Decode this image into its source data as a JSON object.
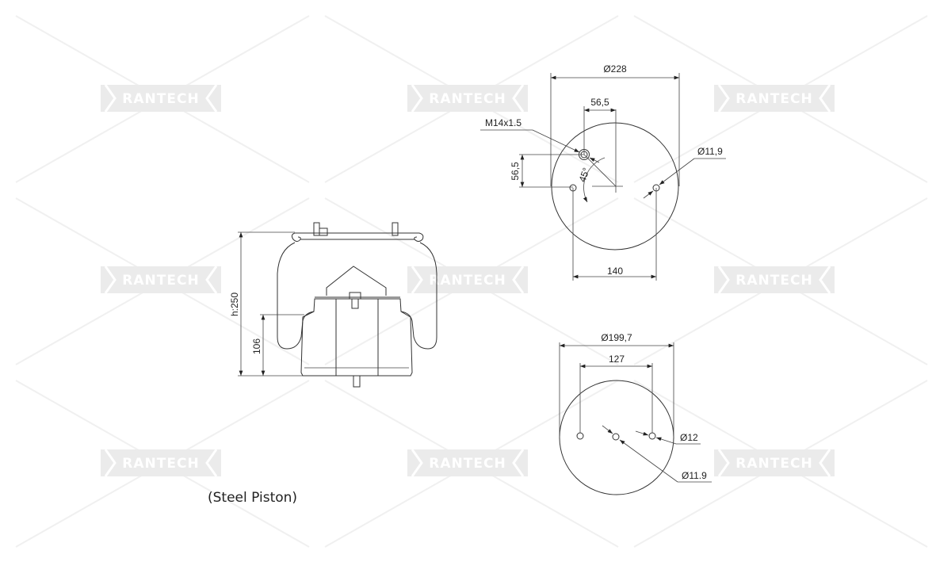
{
  "watermark": "RANTECH",
  "caption": "(Steel Piston)",
  "side_view": {
    "height_label": "h:250",
    "piston_height_label": "106"
  },
  "top_plate": {
    "diameter": "Ø228",
    "offset_x": "56,5",
    "offset_y": "56,5",
    "thread": "M14x1.5",
    "angle": "45°",
    "hole_diameter": "Ø11,9",
    "hole_spacing": "140"
  },
  "bottom_plate": {
    "diameter": "Ø199,7",
    "hole_spacing": "127",
    "hole_diameter_side": "Ø12",
    "hole_diameter_center": "Ø11.9"
  }
}
